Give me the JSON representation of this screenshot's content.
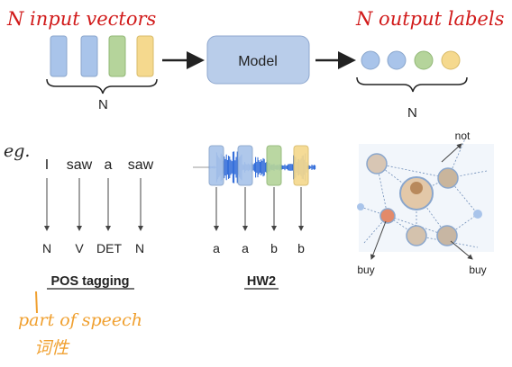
{
  "header": {
    "input_title": "N input vectors",
    "output_title": "N output labels",
    "model_label": "Model",
    "n_input": "N",
    "n_output": "N"
  },
  "example": {
    "eg_label": "eg.",
    "words": [
      "I",
      "saw",
      "a",
      "saw"
    ],
    "tags": [
      "N",
      "V",
      "DET",
      "N"
    ],
    "task_title": "POS tagging",
    "note_en": "part of speech",
    "note_zh": "词性"
  },
  "audio": {
    "labels": [
      "a",
      "a",
      "b",
      "b"
    ],
    "task_title": "HW2"
  },
  "graph": {
    "label_top": "not",
    "label_left": "buy",
    "label_right": "buy"
  },
  "colors": {
    "blue": "#a9c4ea",
    "green": "#b5d49b",
    "yellow": "#f5d98e",
    "model_fill": "#b9cdea",
    "red_title": "#d11a1a",
    "orange_note": "#f0a030"
  }
}
